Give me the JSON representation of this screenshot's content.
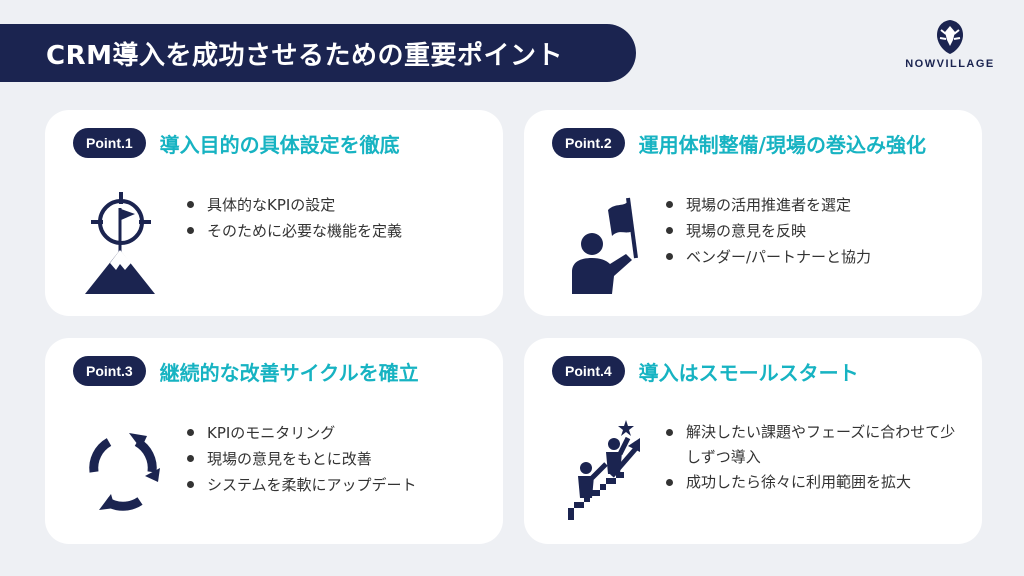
{
  "header": {
    "title": "CRM導入を成功させるための重要ポイント"
  },
  "brand": {
    "name": "NOWVILLAGE"
  },
  "colors": {
    "navy": "#1b2450",
    "teal": "#17b3c2",
    "background": "#eef0f4"
  },
  "cards": [
    {
      "badge": "Point.1",
      "title": "導入目的の具体設定を徹底",
      "icon": "target-flag-mountain-icon",
      "bullets": [
        "具体的なKPIの設定",
        "そのために必要な機能を定義"
      ]
    },
    {
      "badge": "Point.2",
      "title": "運用体制整備/現場の巻込み強化",
      "icon": "person-flag-icon",
      "bullets": [
        "現場の活用推進者を選定",
        "現場の意見を反映",
        "ベンダー/パートナーと協力"
      ]
    },
    {
      "badge": "Point.3",
      "title": "継続的な改善サイクルを確立",
      "icon": "cycle-arrows-icon",
      "bullets": [
        "KPIのモニタリング",
        "現場の意見をもとに改善",
        "システムを柔軟にアップデート"
      ]
    },
    {
      "badge": "Point.4",
      "title": "導入はスモールスタート",
      "icon": "people-climbing-stairs-icon",
      "bullets": [
        "解決したい課題やフェーズに合わせて少しずつ導入",
        "成功したら徐々に利用範囲を拡大"
      ]
    }
  ]
}
